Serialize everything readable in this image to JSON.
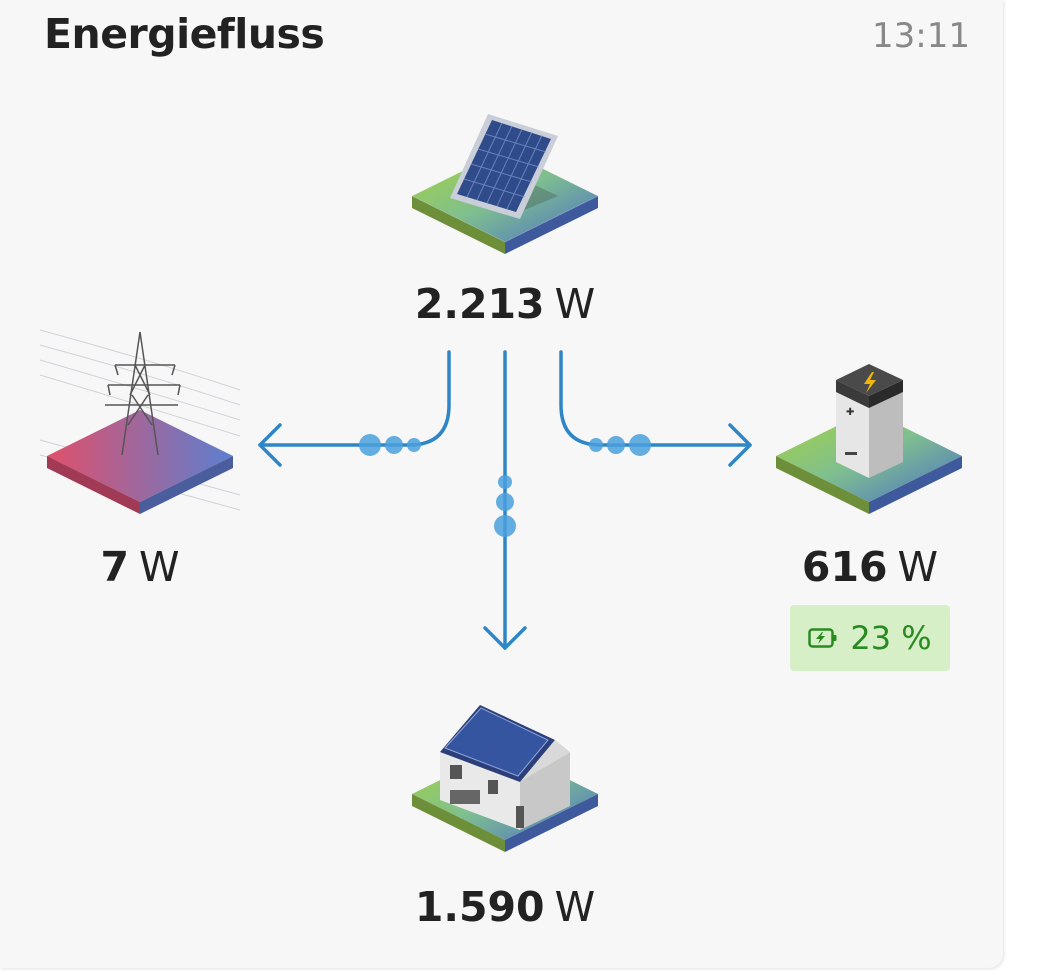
{
  "header": {
    "title": "Energiefluss",
    "time": "13:11"
  },
  "nodes": {
    "pv": {
      "value": "2.213",
      "unit": "W",
      "icon": "solar-panel-icon"
    },
    "grid": {
      "value": "7",
      "unit": "W",
      "icon": "power-pylon-icon"
    },
    "battery": {
      "value": "616",
      "unit": "W",
      "icon": "battery-icon",
      "soc": "23 %"
    },
    "house": {
      "value": "1.590",
      "unit": "W",
      "icon": "house-icon"
    }
  },
  "colors": {
    "flow": "#2f86c6",
    "soc_text": "#2a8a22",
    "soc_bg": "#d6efc7"
  }
}
